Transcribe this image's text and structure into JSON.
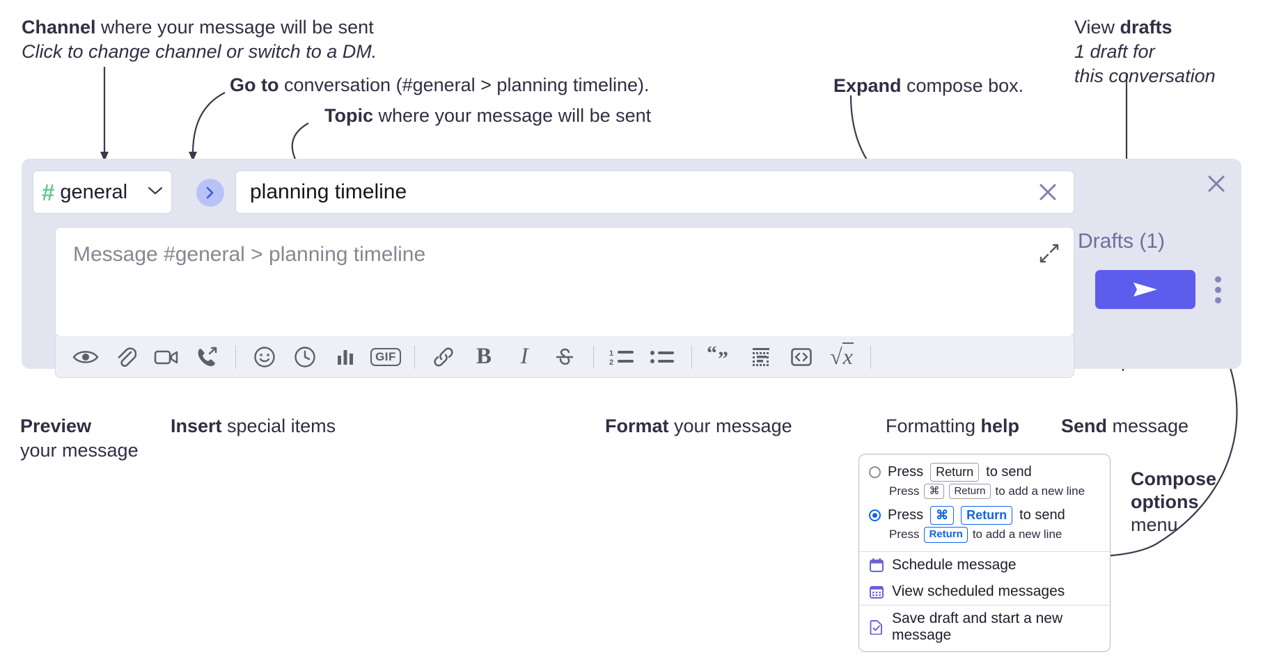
{
  "annotations": {
    "channel": {
      "bold": "Channel",
      "rest": " where your message will be sent",
      "italic": "Click to change channel or switch to a DM."
    },
    "goto": {
      "bold": "Go to",
      "rest": " conversation (#general > planning timeline)."
    },
    "topic": {
      "bold": "Topic",
      "rest": " where your message will be sent"
    },
    "expand": {
      "bold": "Expand",
      "rest": " compose box."
    },
    "drafts": {
      "pre": "View ",
      "bold": "drafts",
      "italic1": "1 draft for",
      "italic2": "this conversation"
    },
    "preview": {
      "bold": "Preview",
      "rest": "your message"
    },
    "insert": {
      "bold": "Insert",
      "rest": " special items"
    },
    "format": {
      "bold": "Format",
      "rest": " your message"
    },
    "help": {
      "pre": "Formatting ",
      "bold": "help"
    },
    "send": {
      "bold": "Send",
      "rest": " message"
    },
    "compose_options": {
      "bold1": "Compose",
      "bold2": "options",
      "rest": "menu"
    }
  },
  "compose": {
    "channel": {
      "hash": "#",
      "name": "general",
      "chevron": "chevron-down"
    },
    "goto_button": "go-to-conversation",
    "topic": {
      "value": "planning timeline",
      "clear": "clear-topic"
    },
    "message": {
      "placeholder": "Message #general > planning timeline"
    },
    "drafts_label": "Drafts (1)",
    "close": "close-compose",
    "send": "send-message",
    "kebab": "compose-options",
    "toolbar": [
      {
        "name": "preview-icon",
        "label": "",
        "type": "eye"
      },
      {
        "name": "attachment-icon",
        "label": "",
        "type": "paperclip"
      },
      {
        "name": "video-icon",
        "label": "",
        "type": "video"
      },
      {
        "name": "huddle-icon",
        "label": "",
        "type": "phone"
      },
      {
        "type": "separator"
      },
      {
        "name": "emoji-icon",
        "label": "",
        "type": "smiley"
      },
      {
        "name": "reminder-icon",
        "label": "",
        "type": "clock"
      },
      {
        "name": "poll-icon",
        "label": "",
        "type": "bars"
      },
      {
        "name": "gif-icon",
        "label": "GIF",
        "type": "gif"
      },
      {
        "type": "separator"
      },
      {
        "name": "link-icon",
        "label": "",
        "type": "link"
      },
      {
        "name": "bold-icon",
        "label": "B",
        "type": "text"
      },
      {
        "name": "italic-icon",
        "label": "I",
        "type": "italic"
      },
      {
        "name": "strikethrough-icon",
        "label": "",
        "type": "strike"
      },
      {
        "type": "separator"
      },
      {
        "name": "ordered-list-icon",
        "label": "",
        "type": "ol"
      },
      {
        "name": "bulleted-list-icon",
        "label": "",
        "type": "ul"
      },
      {
        "type": "separator"
      },
      {
        "name": "blockquote-icon",
        "label": "",
        "type": "quote"
      },
      {
        "name": "code-block-icon",
        "label": "",
        "type": "codeblock"
      },
      {
        "name": "code-icon",
        "label": "",
        "type": "code"
      },
      {
        "name": "math-icon",
        "label": "",
        "type": "math"
      },
      {
        "type": "separator"
      },
      {
        "name": "formatting-help-icon",
        "label": "?",
        "type": "help"
      }
    ]
  },
  "menu": {
    "option1": {
      "pre": "Press",
      "key": "Return",
      "post": "to send",
      "sub_pre": "Press",
      "sub_key1": "⌘",
      "sub_key2": "Return",
      "sub_post": "to add a new line",
      "selected": false
    },
    "option2": {
      "pre": "Press",
      "key1": "⌘",
      "key2": "Return",
      "post": "to send",
      "sub_pre": "Press",
      "sub_key": "Return",
      "sub_post": "to add a new line",
      "selected": true
    },
    "items": [
      {
        "icon": "calendar-icon",
        "label": "Schedule message"
      },
      {
        "icon": "calendar-grid-icon",
        "label": "View scheduled messages"
      },
      {
        "icon": "save-draft-icon",
        "label": "Save draft and start a new message"
      }
    ]
  },
  "colors": {
    "accent": "#5c5ced",
    "channel_hash": "#6cc48f",
    "compose_bg": "#e2e4f0",
    "drafts_text": "#6d6f9e",
    "menu_blue": "#1264e8"
  }
}
